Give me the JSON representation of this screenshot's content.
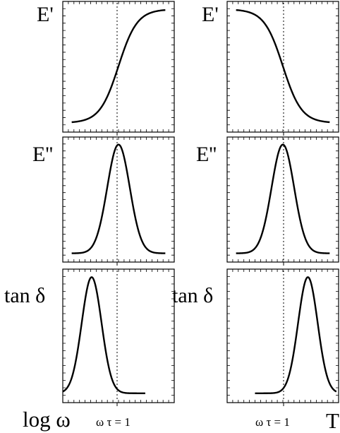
{
  "chart_data": [
    {
      "type": "line",
      "ylabel": "E'",
      "ylim": [
        0,
        1
      ],
      "curve": "sigmoid-rising"
    },
    {
      "type": "line",
      "ylabel": "E'",
      "ylim": [
        0,
        1
      ],
      "curve": "sigmoid-falling"
    },
    {
      "type": "line",
      "ylabel": "E''",
      "ylim": [
        0,
        1
      ],
      "curve": "peak",
      "peak_position": "centered on ωτ = 1"
    },
    {
      "type": "line",
      "ylabel": "E''",
      "ylim": [
        0,
        1
      ],
      "curve": "peak",
      "peak_position": "centered on ωτ = 1"
    },
    {
      "type": "line",
      "ylabel": "tan δ",
      "ylim": [
        0,
        1
      ],
      "curve": "peak",
      "peak_position": "left of ωτ = 1"
    },
    {
      "type": "line",
      "ylabel": "tan δ",
      "ylim": [
        0,
        1
      ],
      "curve": "peak",
      "peak_position": "right of ωτ = 1"
    }
  ],
  "labels": {
    "left_xlabel": "log ω",
    "right_xlabel": "T",
    "marker_label": "ω τ = 1"
  }
}
